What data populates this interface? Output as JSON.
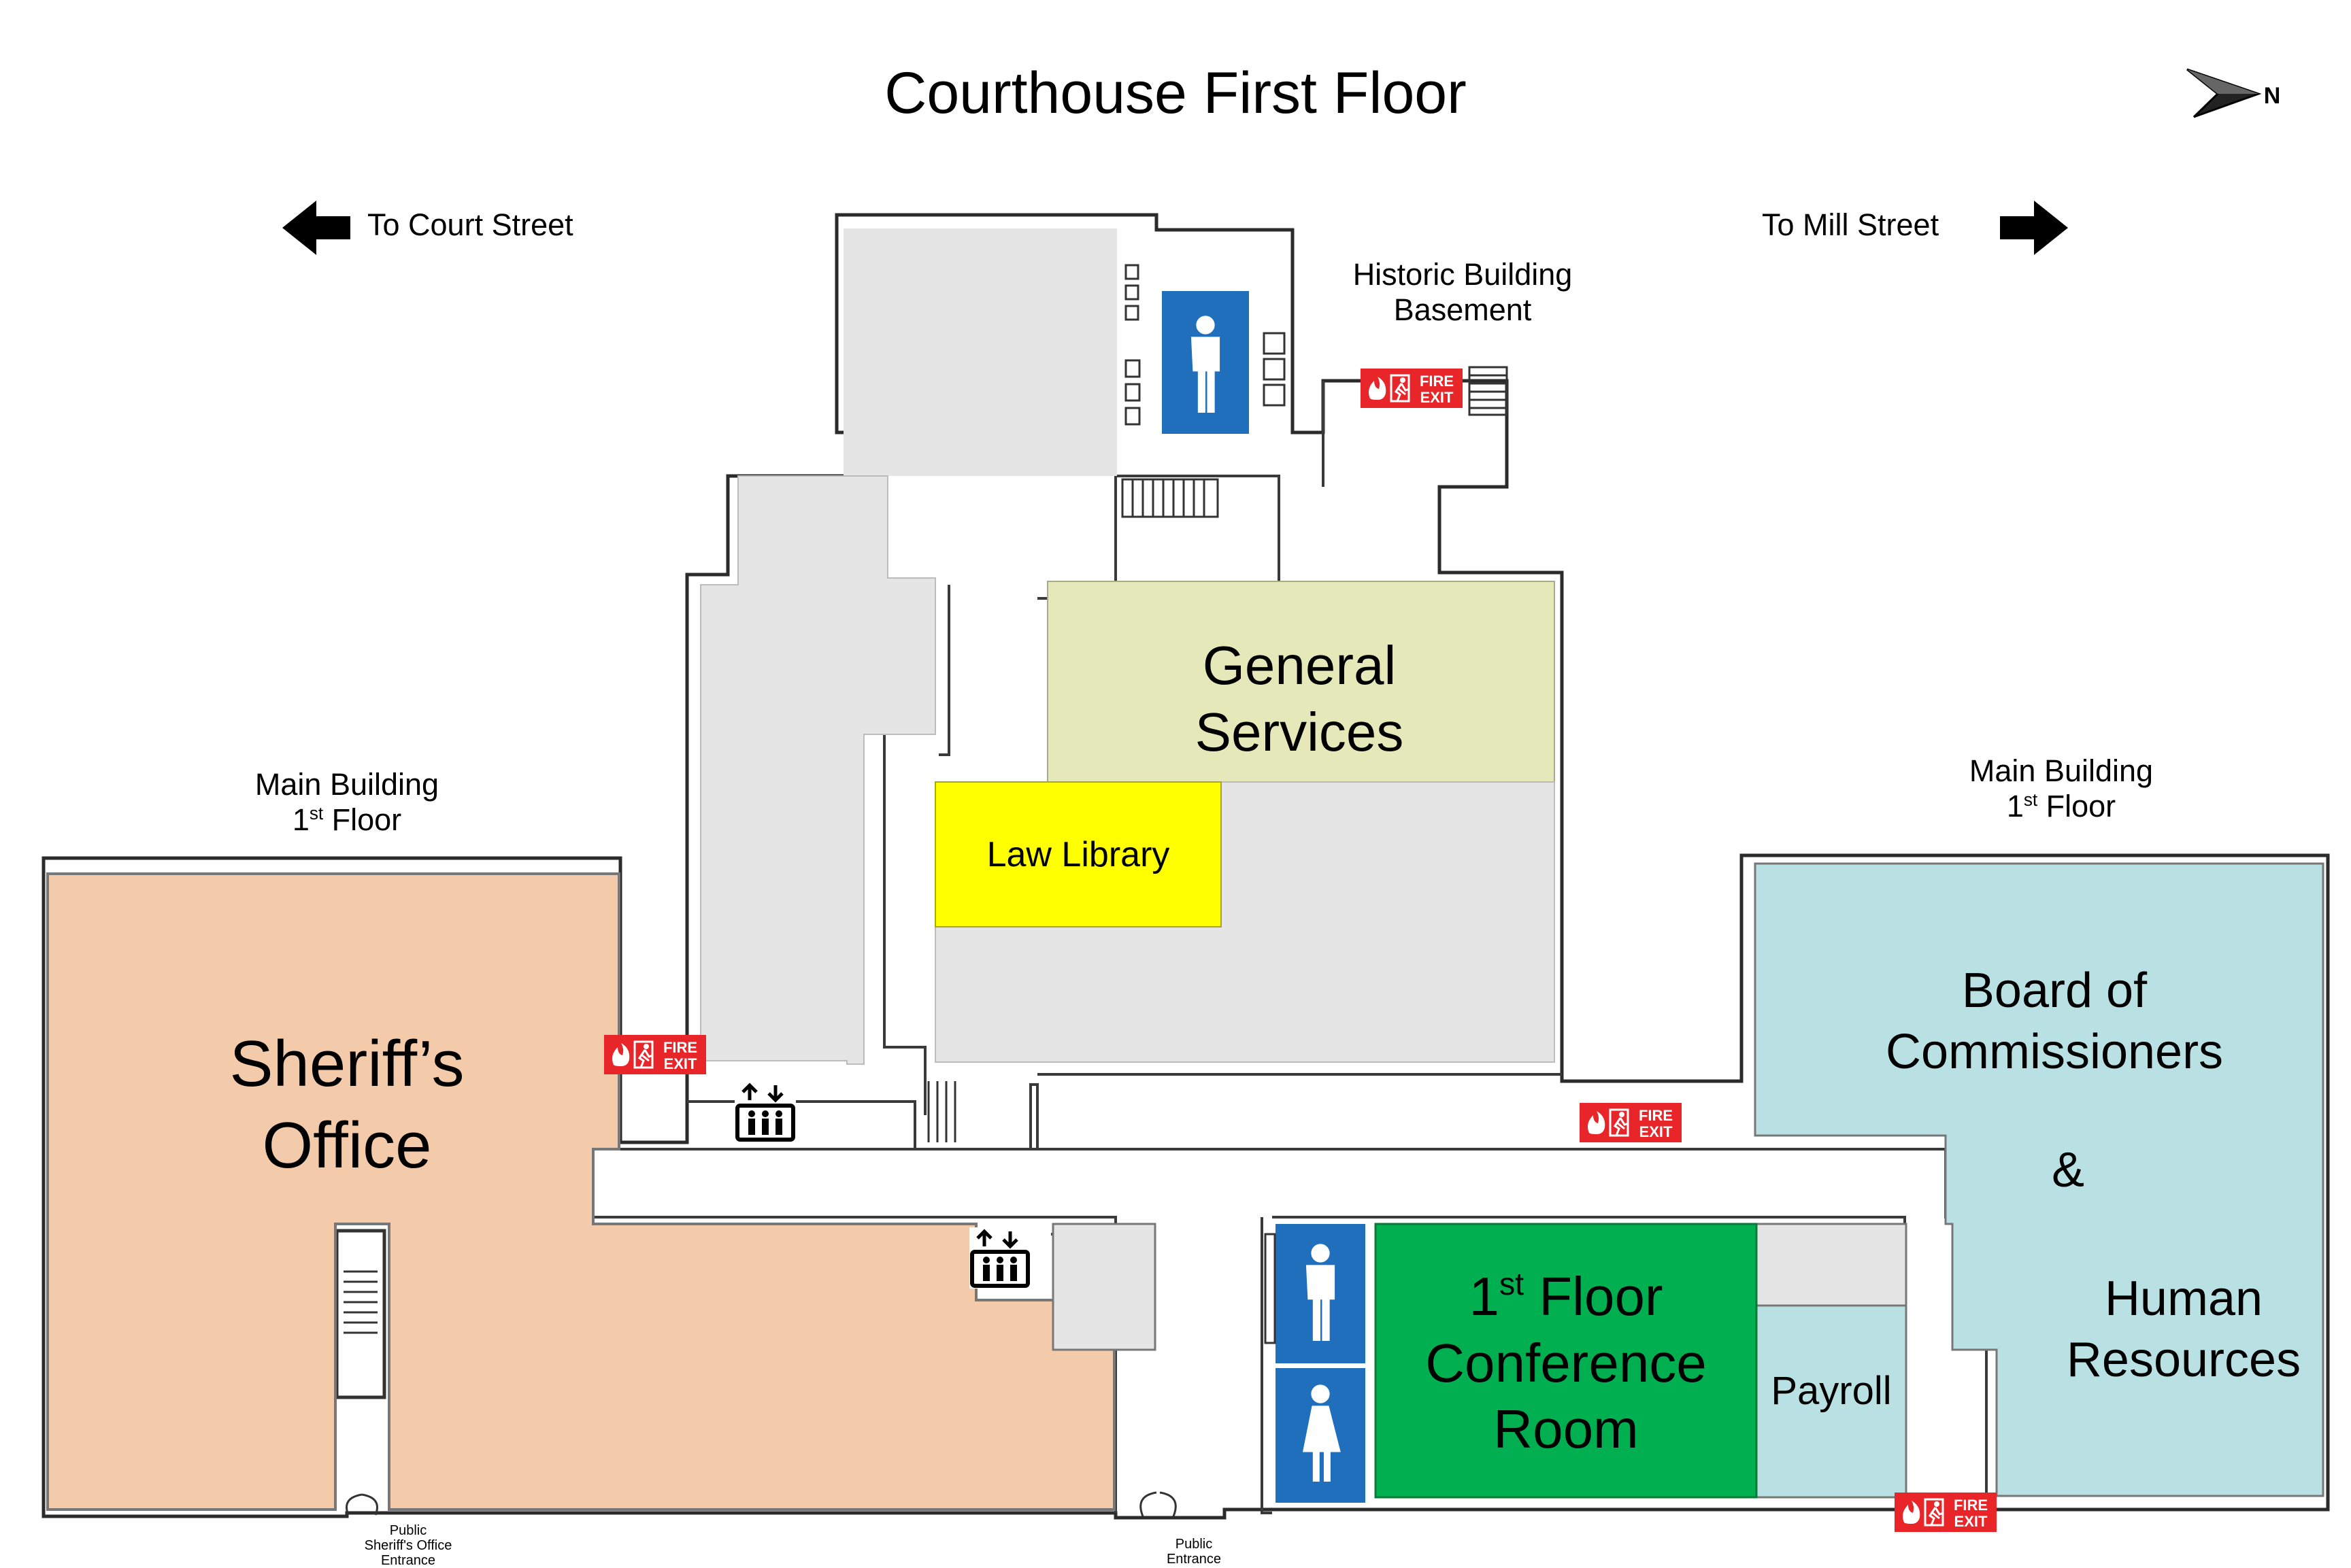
{
  "map": {
    "title": "Courthouse First Floor",
    "north_label": "N",
    "directions": {
      "west": "To Court Street",
      "east": "To Mill Street"
    },
    "area_labels": {
      "historic": [
        "Historic Building",
        "Basement"
      ],
      "main_left": {
        "line1": "Main Building",
        "num": "1",
        "sup": "st",
        "rest": " Floor"
      },
      "main_right": {
        "line1": "Main Building",
        "num": "1",
        "sup": "st",
        "rest": " Floor"
      }
    },
    "rooms": {
      "sheriff": [
        "Sheriff’s",
        "Office"
      ],
      "general_services": [
        "General",
        "Services"
      ],
      "law_library": "Law Library",
      "board": [
        "Board of",
        "Commissioners"
      ],
      "ampersand": "&",
      "hr": [
        "Human",
        "Resources"
      ],
      "conference": {
        "num": "1",
        "sup": "st",
        "rest": " Floor",
        "line2": "Conference",
        "line3": "Room"
      },
      "payroll": "Payroll"
    },
    "entrances": {
      "sheriff": [
        "Public",
        "Sheriff's Office",
        "Entrance"
      ],
      "public": [
        "Public",
        "Entrance"
      ]
    },
    "fire_exit": [
      "FIRE",
      "EXIT"
    ],
    "colors": {
      "sheriff": "#f3cbab",
      "general_services": "#e5e8b8",
      "law_library": "#ffff00",
      "board_hr": "#b9e0e2",
      "conference": "#00b050",
      "restroom": "#1f6fbd",
      "fire_exit": "#e8262a",
      "unassigned": "#e5e5e5"
    }
  }
}
